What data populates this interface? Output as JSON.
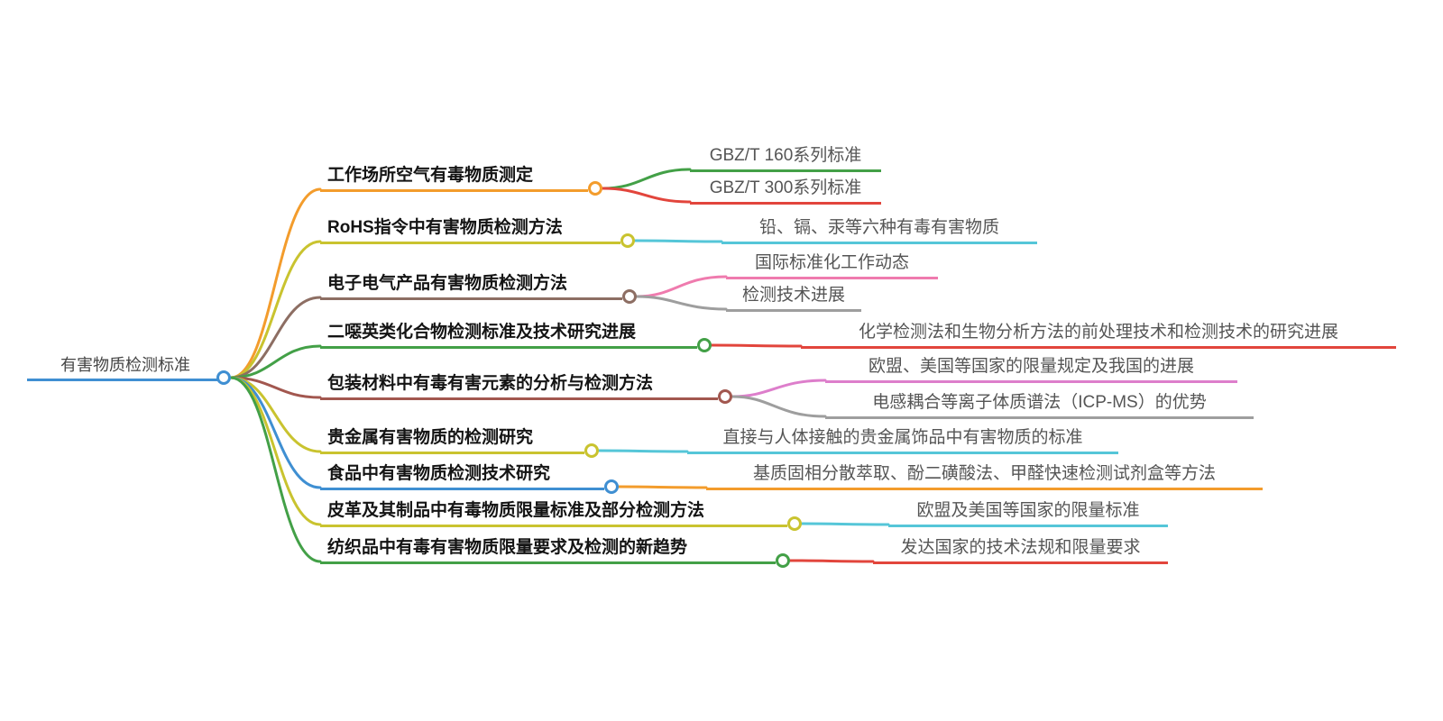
{
  "diagram_type": "mindmap",
  "colors": {
    "blue": "#3f8fd2",
    "orange": "#f39c2c",
    "yellow": "#c9c32f",
    "brown": "#8d6e63",
    "green": "#43a047",
    "maroon": "#a2574f",
    "red": "#e2453c",
    "cyan": "#55c6d8",
    "pink": "#ef7bae",
    "violet": "#dd7ecb",
    "gray": "#9e9e9e"
  },
  "root": {
    "label": "有害物质检测标准",
    "color": "#3f8fd2"
  },
  "branches": [
    {
      "label": "工作场所空气有毒物质测定",
      "color": "#f39c2c",
      "children": [
        {
          "label": "GBZ/T 160系列标准",
          "color": "#43a047"
        },
        {
          "label": "GBZ/T 300系列标准",
          "color": "#e2453c"
        }
      ]
    },
    {
      "label": "RoHS指令中有害物质检测方法",
      "color": "#c9c32f",
      "children": [
        {
          "label": "铅、镉、汞等六种有毒有害物质",
          "color": "#55c6d8"
        }
      ]
    },
    {
      "label": "电子电气产品有害物质检测方法",
      "color": "#8d6e63",
      "children": [
        {
          "label": "国际标准化工作动态",
          "color": "#ef7bae"
        },
        {
          "label": "检测技术进展",
          "color": "#9e9e9e"
        }
      ]
    },
    {
      "label": "二噁英类化合物检测标准及技术研究进展",
      "color": "#43a047",
      "children": [
        {
          "label": "化学检测法和生物分析方法的前处理技术和检测技术的研究进展",
          "color": "#e2453c"
        }
      ]
    },
    {
      "label": "包装材料中有毒有害元素的分析与检测方法",
      "color": "#a2574f",
      "children": [
        {
          "label": "欧盟、美国等国家的限量规定及我国的进展",
          "color": "#dd7ecb"
        },
        {
          "label": "电感耦合等离子体质谱法（ICP-MS）的优势",
          "color": "#9e9e9e"
        }
      ]
    },
    {
      "label": "贵金属有害物质的检测研究",
      "color": "#c9c32f",
      "children": [
        {
          "label": "直接与人体接触的贵金属饰品中有害物质的标准",
          "color": "#55c6d8"
        }
      ]
    },
    {
      "label": "食品中有害物质检测技术研究",
      "color": "#3f8fd2",
      "children": [
        {
          "label": "基质固相分散萃取、酚二磺酸法、甲醛快速检测试剂盒等方法",
          "color": "#f39c2c"
        }
      ]
    },
    {
      "label": "皮革及其制品中有毒物质限量标准及部分检测方法",
      "color": "#c9c32f",
      "children": [
        {
          "label": "欧盟及美国等国家的限量标准",
          "color": "#55c6d8"
        }
      ]
    },
    {
      "label": "纺织品中有毒有害物质限量要求及检测的新趋势",
      "color": "#43a047",
      "children": [
        {
          "label": "发达国家的技术法规和限量要求",
          "color": "#e2453c"
        }
      ]
    }
  ]
}
